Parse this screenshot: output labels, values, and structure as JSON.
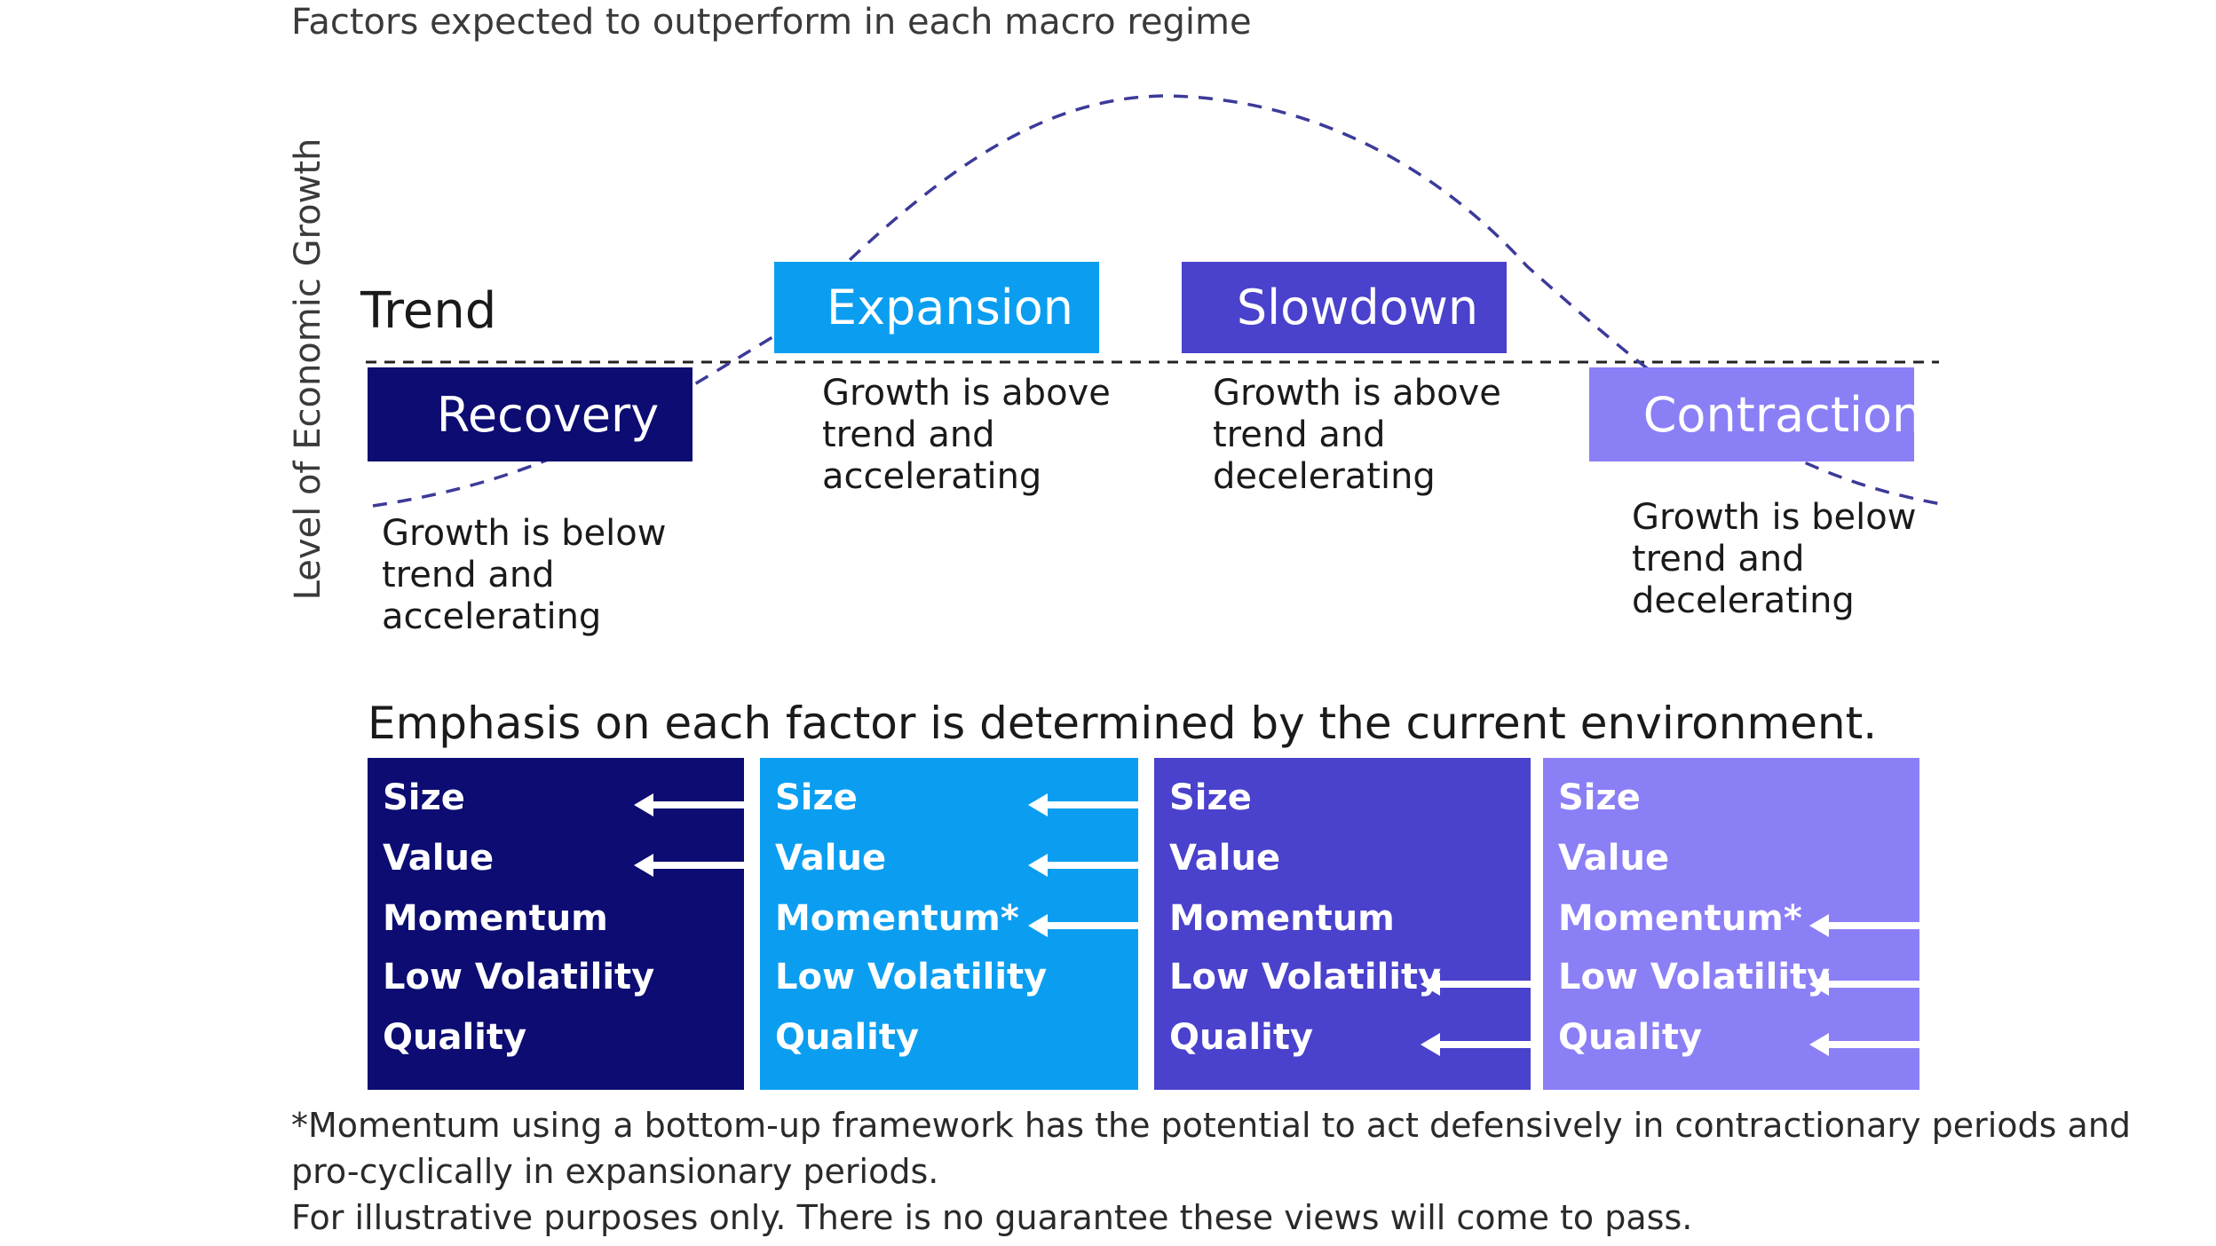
{
  "title": "Factors expected to outperform in each macro regime",
  "y_axis_label": "Level of Economic Growth",
  "trend_label": "Trend",
  "colors": {
    "recovery": "#0c0c72",
    "expansion": "#0b9ef0",
    "slowdown": "#4a41cc",
    "contraction": "#8b7ff6",
    "curve": "#3c3a99"
  },
  "regimes": [
    {
      "name": "Recovery",
      "description": "Growth is below\ntrend and\naccelerating"
    },
    {
      "name": "Expansion",
      "description": "Growth is above\ntrend and\naccelerating"
    },
    {
      "name": "Slowdown",
      "description": "Growth is above\ntrend and\ndecelerating"
    },
    {
      "name": "Contraction",
      "description": "Growth is below\ntrend and\ndecelerating"
    }
  ],
  "emphasis_text": "Emphasis on each factor is determined by the current environment.",
  "panels": [
    {
      "factors": [
        "Size",
        "Value",
        "Momentum",
        "Low Volatility",
        "Quality"
      ],
      "emphasized": [
        true,
        true,
        false,
        false,
        false
      ]
    },
    {
      "factors": [
        "Size",
        "Value",
        "Momentum*",
        "Low Volatility",
        "Quality"
      ],
      "emphasized": [
        true,
        true,
        true,
        false,
        false
      ]
    },
    {
      "factors": [
        "Size",
        "Value",
        "Momentum",
        "Low Volatility",
        "Quality"
      ],
      "emphasized": [
        false,
        false,
        false,
        true,
        true
      ]
    },
    {
      "factors": [
        "Size",
        "Value",
        "Momentum*",
        "Low Volatility",
        "Quality"
      ],
      "emphasized": [
        false,
        false,
        true,
        true,
        true
      ]
    }
  ],
  "footnotes": [
    "*Momentum using a bottom-up framework has the potential to act defensively in contractionary periods and",
    "pro-cyclically in expansionary periods.",
    "For illustrative purposes only. There is no guarantee these views will come to pass."
  ]
}
